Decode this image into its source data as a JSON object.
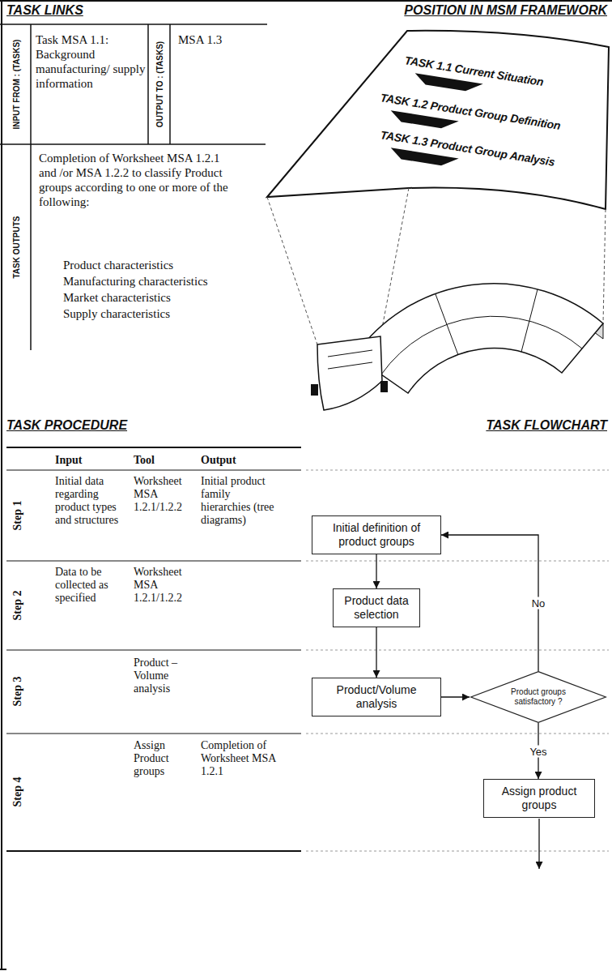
{
  "diagram": {
    "nodes": [
      {
        "text": [
          "Initial definition of product groups"
        ]
      },
      {
        "text": [
          "Product data selection"
        ]
      },
      {
        "text": [
          "Product/Volume analysis"
        ]
      },
      {
        "text": [
          "Product groups satisfactory ?"
        ]
      },
      {
        "text": [
          "Assign product groups"
        ]
      }
    ],
    "edges": [
      {
        "from": 0,
        "to": 1,
        "arrow": "to"
      },
      {
        "from": 1,
        "to": 2,
        "arrow": "to"
      },
      {
        "from": 2,
        "to": 3,
        "arrow": "to"
      },
      {
        "from": 3,
        "to": 4,
        "label": "Yes",
        "arrow": "to"
      },
      {
        "from": 3,
        "to": 0,
        "label": "No",
        "arrow": "to"
      }
    ],
    "labels": [
      "TASK LINKS",
      "POSITION IN MSM FRAMEWORK",
      "INPUT FROM : (TASKS)",
      "Task MSA 1.1: Background manufacturing/ supply information",
      "OUTPUT TO : (TASKS)",
      "MSA 1.3",
      "TASK OUTPUTS",
      "Completion of Worksheet MSA 1.2.1 and /or MSA 1.2.2 to classify Product groups according to one or more of the following:",
      "Product characteristics",
      "Manufacturing characteristics",
      "Market characteristics",
      "Supply characteristics",
      "TASK 1.1 Current Situation",
      "TASK 1.2 Product Group Definition",
      "TASK 1.3 Product Group Analysis",
      "TASK PROCEDURE",
      "TASK FLOWCHART",
      "Input",
      "Tool",
      "Output",
      "Step 1",
      "Initial data regarding product types and structures",
      "Worksheet MSA 1.2.1/1.2.2",
      "Initial product family hierarchies (tree diagrams)",
      "Step 2",
      "Data to be collected as specified",
      "Worksheet MSA 1.2.1/1.2.2",
      "Step 3",
      "Product – Volume analysis",
      "Step 4",
      "Assign Product groups",
      "Completion of Worksheet MSA 1.2.1"
    ]
  }
}
